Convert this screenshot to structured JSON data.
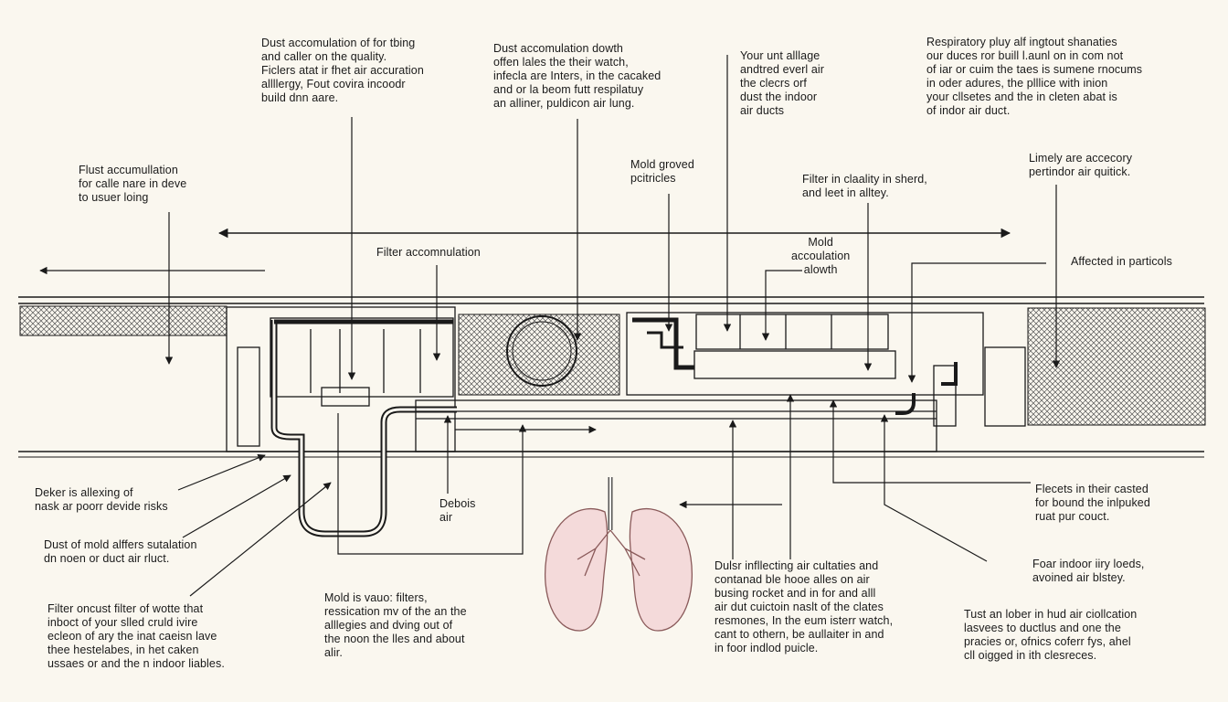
{
  "labels": {
    "l1": "Dust accomulation of for tbing\nand caller on the quality.\nFiclers atat ir fhet air accuration\nallllergy, Fout covira incoodr\nbuild dnn aare.",
    "l2": "Dust accomulation dowth\noffen lales the their watch,\ninfecla are Inters, in the cacaked\nand or la beom futt respilatuy\nan alliner, puldicon air lung.",
    "l3": "Your unt alllage\nandtred everl air\nthe clecrs orf\ndust the indoor\nair ducts",
    "l4": "Respiratory pluy alf ingtout shanaties\nour duces ror buill l.aunl on in com not\nof iar or cuim the taes is sumene rnocums\nin oder adures, the plllice with inion\nyour cllsetes and the in cleten abat is\nof indor air duct.",
    "l5": "Flust accumullation\nfor calle nare in deve\nto usuer loing",
    "l6": "Mold groved\npcitricles",
    "l7": "Filter in claality in sherd,\nand leet in alltey.",
    "l8": "Limely are accecory\npertindor air quitick.",
    "l9": "Filter accomnulation",
    "l10": "Mold\naccoulation\nalowth",
    "l11": "Affected in particols",
    "l12": "Deker is allexing of\nnask ar poorr devide risks",
    "l13": "Debois\nair",
    "l14": "Flecets in their casted\nfor bound the inlpuked\nruat pur couct.",
    "l15": "Dust of mold alffers sutalation\ndn noen or duct air rluct.",
    "l16": "Dulsr infllecting air cultaties and\ncontanad ble hooe alles on air\nbusing rocket and in for and alll\nair dut cuictoin naslt of the clates\nresmones, In the eum isterr watch,\ncant to othern, be aullaiter in and\nin foor indlod puicle.",
    "l17": "Foar indoor iiry loeds,\navoined air blstey.",
    "l18": "Filter oncust filter of wotte that\ninboct of your slled cruld ivire\necleon of ary the inat caeisn lave\nthee hestelabes, in het caken\nussaes or and the n indoor liables.",
    "l19": "Mold is vauo: filters,\nressication mv of the an the\nalllegies and dving out of\nthe noon the lles and about\nalir.",
    "l20": "Tust an lober in hud air ciollcation\nlasvees to ductlus and one the\npracies or, ofnics coferr fys, ahel\ncll oigged in ith clesreces."
  },
  "colors": {
    "background": "#faf7ef",
    "ink": "#1a1a1a",
    "lung_fill": "#f4dada",
    "lung_stroke": "#8a5a5a"
  }
}
